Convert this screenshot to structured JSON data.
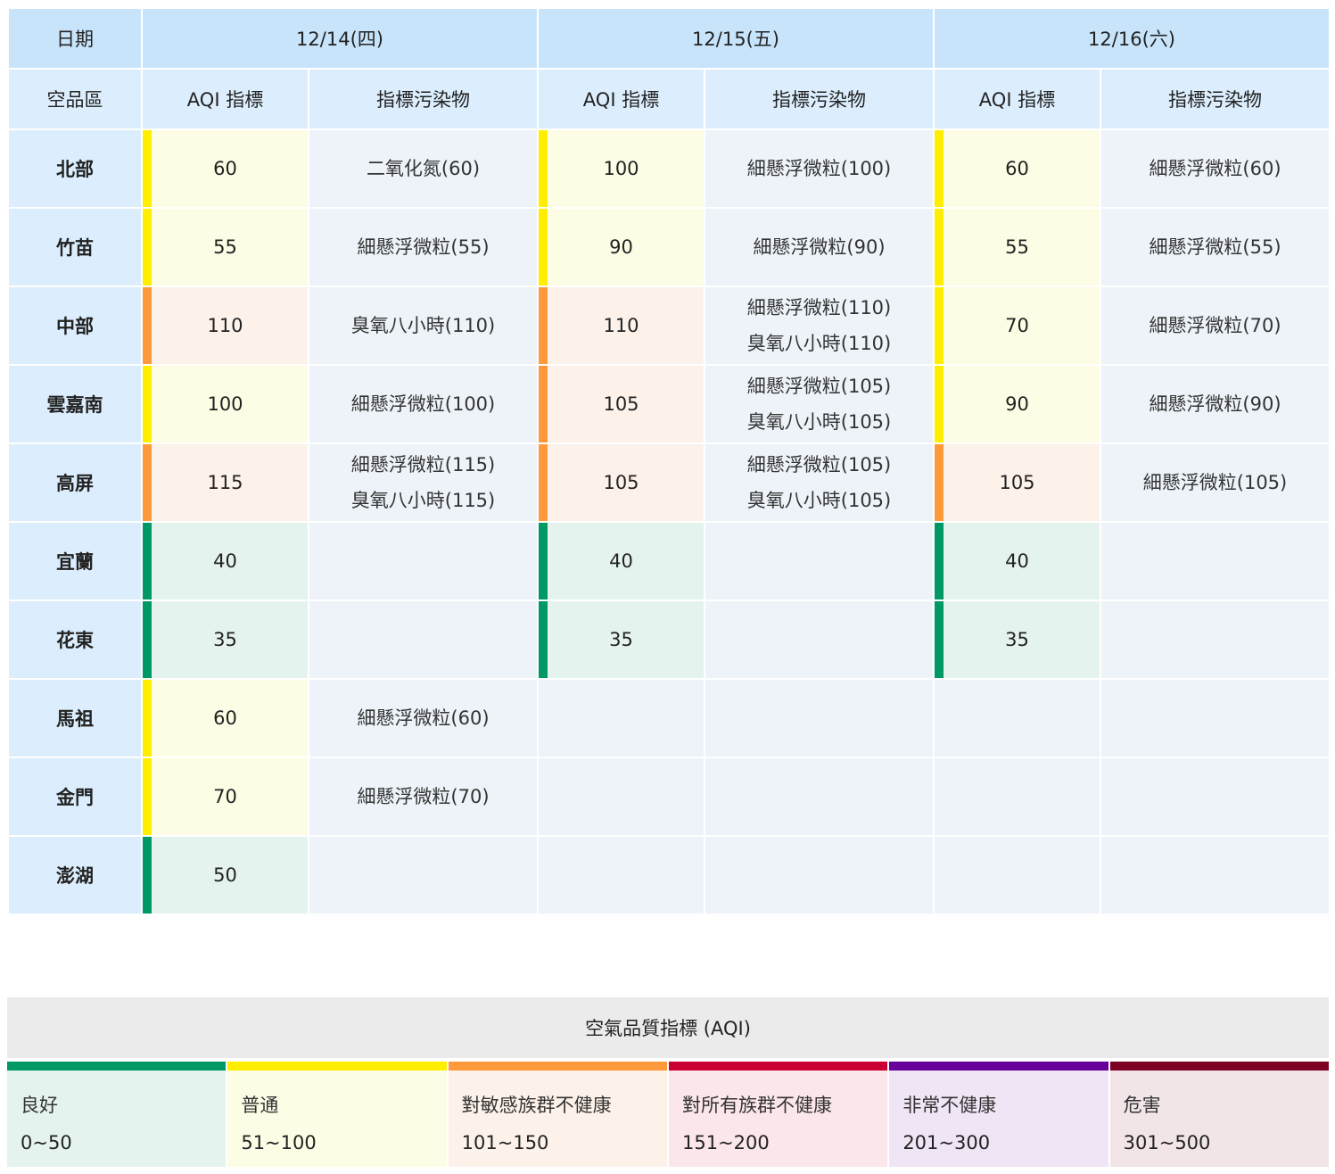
{
  "header": {
    "date_label": "日期",
    "region_label": "空品區",
    "aqi_label": "AQI 指標",
    "pollutant_label": "指標污染物",
    "dates": [
      "12/14(四)",
      "12/15(五)",
      "12/16(六)"
    ]
  },
  "regions": [
    {
      "name": "北部",
      "days": [
        {
          "aqi": "60",
          "level": "moderate",
          "pollutants": [
            "二氧化氮(60)"
          ]
        },
        {
          "aqi": "100",
          "level": "moderate",
          "pollutants": [
            "細懸浮微粒(100)"
          ]
        },
        {
          "aqi": "60",
          "level": "moderate",
          "pollutants": [
            "細懸浮微粒(60)"
          ]
        }
      ]
    },
    {
      "name": "竹苗",
      "days": [
        {
          "aqi": "55",
          "level": "moderate",
          "pollutants": [
            "細懸浮微粒(55)"
          ]
        },
        {
          "aqi": "90",
          "level": "moderate",
          "pollutants": [
            "細懸浮微粒(90)"
          ]
        },
        {
          "aqi": "55",
          "level": "moderate",
          "pollutants": [
            "細懸浮微粒(55)"
          ]
        }
      ]
    },
    {
      "name": "中部",
      "days": [
        {
          "aqi": "110",
          "level": "sensitive",
          "pollutants": [
            "臭氧八小時(110)"
          ]
        },
        {
          "aqi": "110",
          "level": "sensitive",
          "pollutants": [
            "細懸浮微粒(110)",
            "臭氧八小時(110)"
          ]
        },
        {
          "aqi": "70",
          "level": "moderate",
          "pollutants": [
            "細懸浮微粒(70)"
          ]
        }
      ]
    },
    {
      "name": "雲嘉南",
      "days": [
        {
          "aqi": "100",
          "level": "moderate",
          "pollutants": [
            "細懸浮微粒(100)"
          ]
        },
        {
          "aqi": "105",
          "level": "sensitive",
          "pollutants": [
            "細懸浮微粒(105)",
            "臭氧八小時(105)"
          ]
        },
        {
          "aqi": "90",
          "level": "moderate",
          "pollutants": [
            "細懸浮微粒(90)"
          ]
        }
      ]
    },
    {
      "name": "高屏",
      "days": [
        {
          "aqi": "115",
          "level": "sensitive",
          "pollutants": [
            "細懸浮微粒(115)",
            "臭氧八小時(115)"
          ]
        },
        {
          "aqi": "105",
          "level": "sensitive",
          "pollutants": [
            "細懸浮微粒(105)",
            "臭氧八小時(105)"
          ]
        },
        {
          "aqi": "105",
          "level": "sensitive",
          "pollutants": [
            "細懸浮微粒(105)"
          ]
        }
      ]
    },
    {
      "name": "宜蘭",
      "days": [
        {
          "aqi": "40",
          "level": "good",
          "pollutants": []
        },
        {
          "aqi": "40",
          "level": "good",
          "pollutants": []
        },
        {
          "aqi": "40",
          "level": "good",
          "pollutants": []
        }
      ]
    },
    {
      "name": "花東",
      "days": [
        {
          "aqi": "35",
          "level": "good",
          "pollutants": []
        },
        {
          "aqi": "35",
          "level": "good",
          "pollutants": []
        },
        {
          "aqi": "35",
          "level": "good",
          "pollutants": []
        }
      ]
    },
    {
      "name": "馬祖",
      "days": [
        {
          "aqi": "60",
          "level": "moderate",
          "pollutants": [
            "細懸浮微粒(60)"
          ]
        },
        null,
        null
      ]
    },
    {
      "name": "金門",
      "days": [
        {
          "aqi": "70",
          "level": "moderate",
          "pollutants": [
            "細懸浮微粒(70)"
          ]
        },
        null,
        null
      ]
    },
    {
      "name": "澎湖",
      "days": [
        {
          "aqi": "50",
          "level": "good",
          "pollutants": []
        },
        null,
        null
      ]
    }
  ],
  "legend": {
    "title": "空氣品質指標 (AQI)",
    "items": [
      {
        "label": "良好",
        "range": "0~50",
        "color": "#009865",
        "bg": "#e4f3ee"
      },
      {
        "label": "普通",
        "range": "51~100",
        "color": "#ffee00",
        "bg": "#fdfde6"
      },
      {
        "label": "對敏感族群不健康",
        "range": "101~150",
        "color": "#fe9a3c",
        "bg": "#fdf2ea"
      },
      {
        "label": "對所有族群不健康",
        "range": "151~200",
        "color": "#ca0034",
        "bg": "#fbe6ea"
      },
      {
        "label": "非常不健康",
        "range": "201~300",
        "color": "#670099",
        "bg": "#f0e5f5"
      },
      {
        "label": "危害",
        "range": "301~500",
        "color": "#7e0123",
        "bg": "#f2e5e8"
      }
    ]
  }
}
